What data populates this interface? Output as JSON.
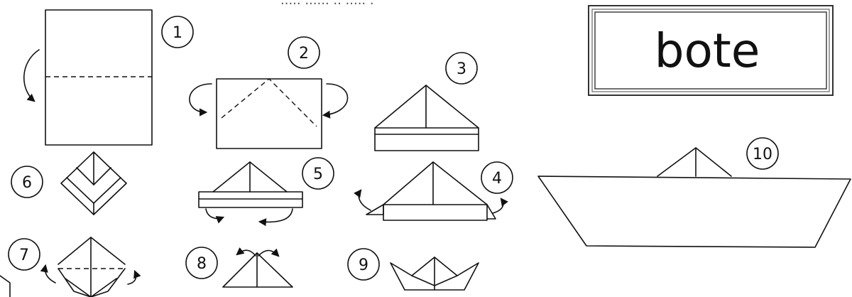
{
  "header": {
    "partial_text": "..... ...... .. ..... ."
  },
  "title": "bote",
  "steps": [
    {
      "label": "1"
    },
    {
      "label": "2"
    },
    {
      "label": "3"
    },
    {
      "label": "4"
    },
    {
      "label": "5"
    },
    {
      "label": "6"
    },
    {
      "label": "7"
    },
    {
      "label": "8"
    },
    {
      "label": "9"
    },
    {
      "label": "10"
    }
  ]
}
